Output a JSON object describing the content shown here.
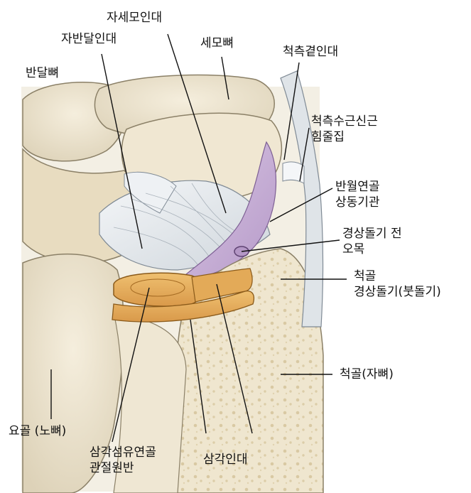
{
  "labels": {
    "jasemo": "자세모인대",
    "jabandal": "자반달인대",
    "semo": "세모뼈",
    "bandal": "반달뼈",
    "cheokcheuk_gyeol": "척측곁인대",
    "sugeun_line1": "척측수근신근",
    "sugeun_line2": "힘줄집",
    "banwol_line1": "반월연골",
    "banwol_line2": "상동기관",
    "prestyloid_line1": "경상돌기 전",
    "prestyloid_line2": "오목",
    "styloid_line1": "척골",
    "styloid_line2": "경상돌기(붓돌기)",
    "ulna": "척골(자뼈)",
    "radius": "요골 (노뼈)",
    "tfcc_line1": "삼각섬유연골",
    "tfcc_line2": "관절원반",
    "triangular_lig": "삼각인대"
  }
}
